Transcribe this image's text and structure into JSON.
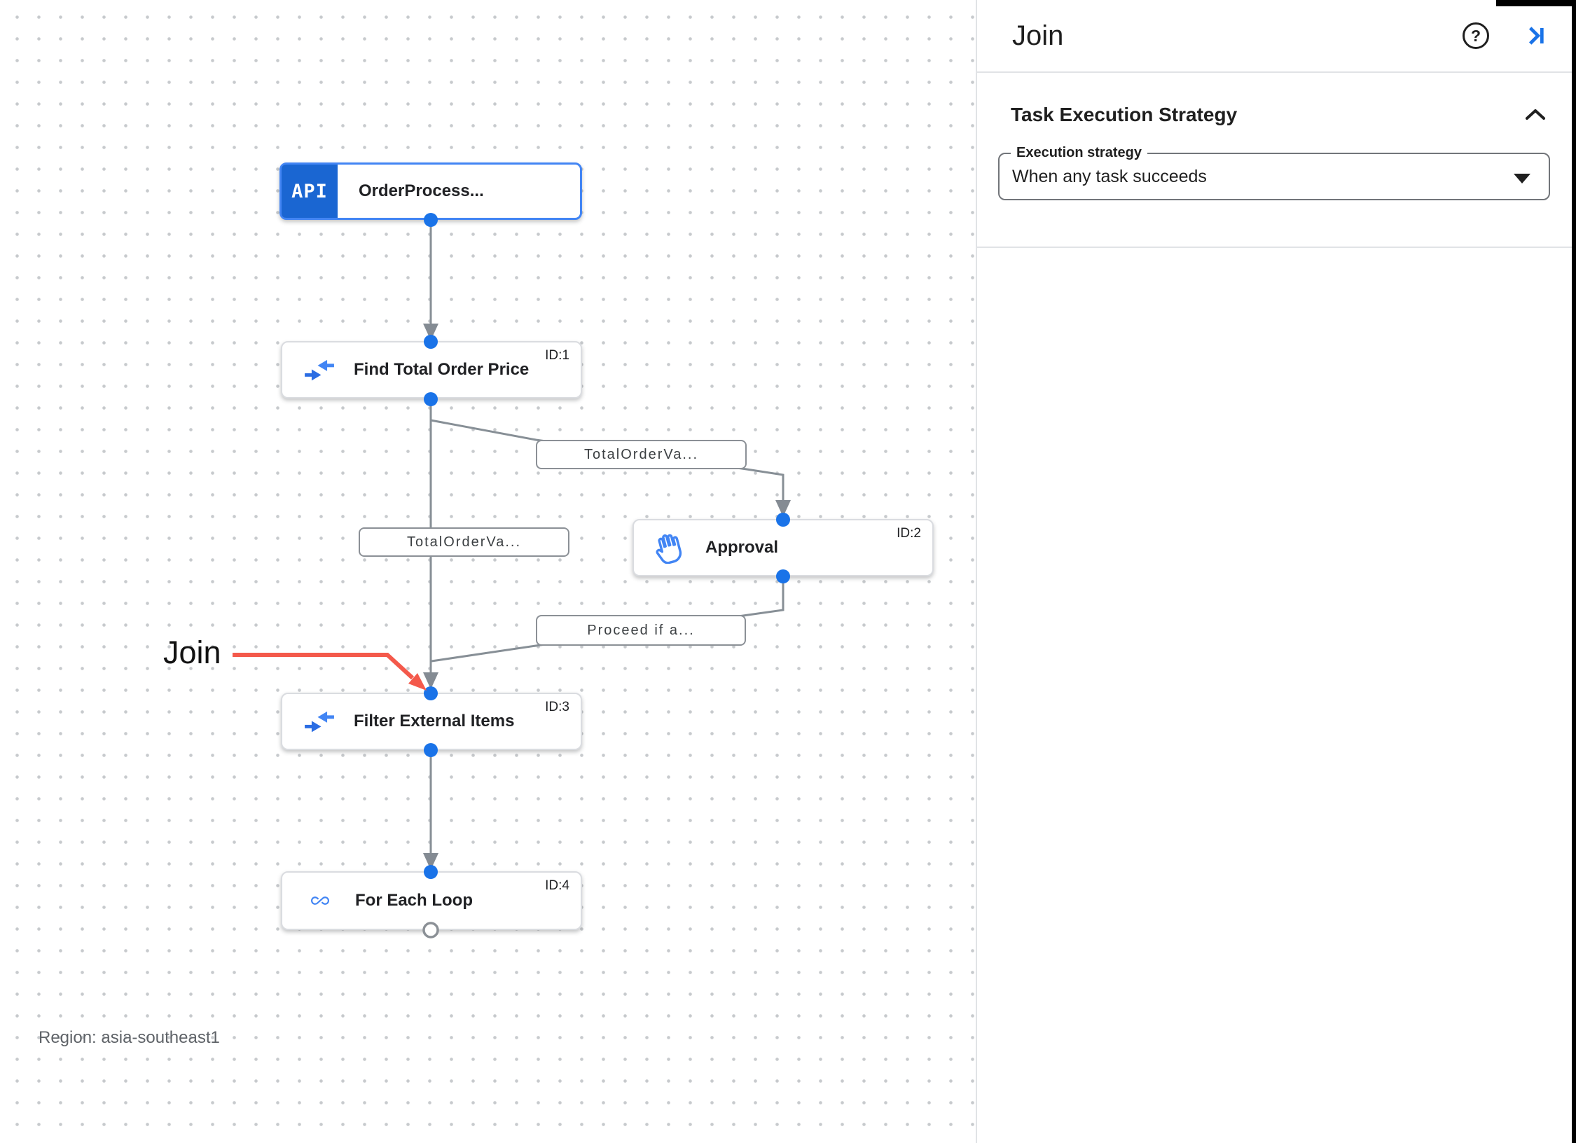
{
  "canvas": {
    "region_label": "Region: asia-southeast1",
    "annotation": {
      "text": "Join",
      "color": "#f4594b"
    },
    "nodes": [
      {
        "title": "OrderProcess...",
        "badge": "API",
        "id_label": "",
        "icon": "api-trigger",
        "type": "trigger"
      },
      {
        "title": "Find Total Order Price",
        "id_label": "ID:1",
        "icon": "data-mapping"
      },
      {
        "title": "Approval",
        "id_label": "ID:2",
        "icon": "hand"
      },
      {
        "title": "Filter External Items",
        "id_label": "ID:3",
        "icon": "data-mapping"
      },
      {
        "title": "For Each Loop",
        "id_label": "ID:4",
        "icon": "loop"
      }
    ],
    "edge_labels": [
      "TotalOrderVa...",
      "TotalOrderVa...",
      "Proceed if a..."
    ]
  },
  "panel": {
    "title": "Join",
    "help_glyph": "?",
    "icons": {
      "help": "help-circle-icon",
      "collapse": "collapse-panel-icon"
    },
    "section": {
      "title": "Task Execution Strategy",
      "field_label": "Execution strategy",
      "field_value": "When any task succeeds"
    }
  },
  "colors": {
    "accent_blue": "#1a73e8",
    "icon_blue": "#4285f4",
    "edge_gray": "#878f96",
    "annotation_red": "#f4594b"
  }
}
